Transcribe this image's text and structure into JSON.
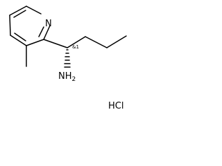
{
  "molecule": {
    "atoms": {
      "ring_nitrogen": "N",
      "amine": "NH2",
      "amine_main": "NH",
      "amine_subscript": "2",
      "stereo_descriptor": "&1"
    },
    "salt": "HCl"
  },
  "colors": {
    "bond": "#000000",
    "text": "#000000",
    "background": "#ffffff"
  }
}
